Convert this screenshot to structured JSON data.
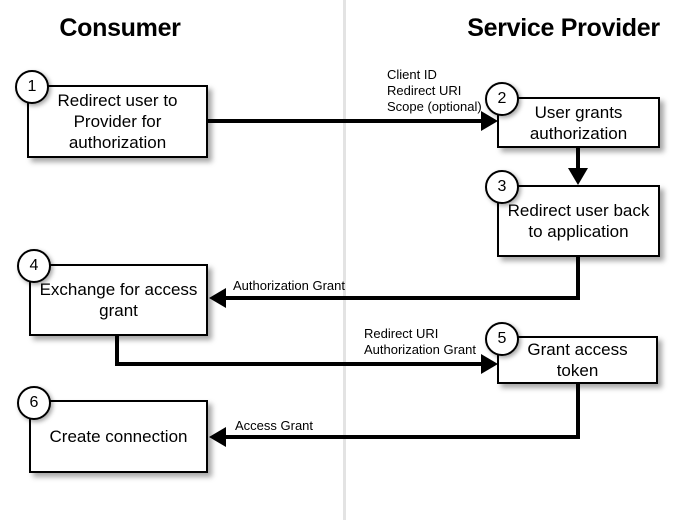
{
  "lanes": {
    "consumer": "Consumer",
    "provider": "Service Provider"
  },
  "steps": [
    {
      "number": "1",
      "label": "Redirect user to\nProvider for\nauthorization",
      "lane": "consumer"
    },
    {
      "number": "2",
      "label": "User grants\nauthorization",
      "lane": "provider"
    },
    {
      "number": "3",
      "label": "Redirect user back\nto application",
      "lane": "provider"
    },
    {
      "number": "4",
      "label": "Exchange for access\ngrant",
      "lane": "consumer"
    },
    {
      "number": "5",
      "label": "Grant access token",
      "lane": "provider"
    },
    {
      "number": "6",
      "label": "Create connection",
      "lane": "consumer"
    }
  ],
  "edges": [
    {
      "id": "e1",
      "from": "1",
      "to": "2",
      "label": "Client ID\nRedirect URI\nScope (optional)",
      "direction": "right"
    },
    {
      "id": "e2",
      "from": "2",
      "to": "3",
      "label": "",
      "direction": "down"
    },
    {
      "id": "e3",
      "from": "3",
      "to": "4",
      "label": "Authorization Grant",
      "direction": "left"
    },
    {
      "id": "e4",
      "from": "4",
      "to": "5",
      "label": "Redirect URI\nAuthorization Grant",
      "direction": "right"
    },
    {
      "id": "e5",
      "from": "5",
      "to": "6",
      "label": "Access Grant",
      "direction": "left"
    }
  ],
  "colors": {
    "stroke": "#000000",
    "background": "#ffffff",
    "divider": "#e3e3e3"
  }
}
